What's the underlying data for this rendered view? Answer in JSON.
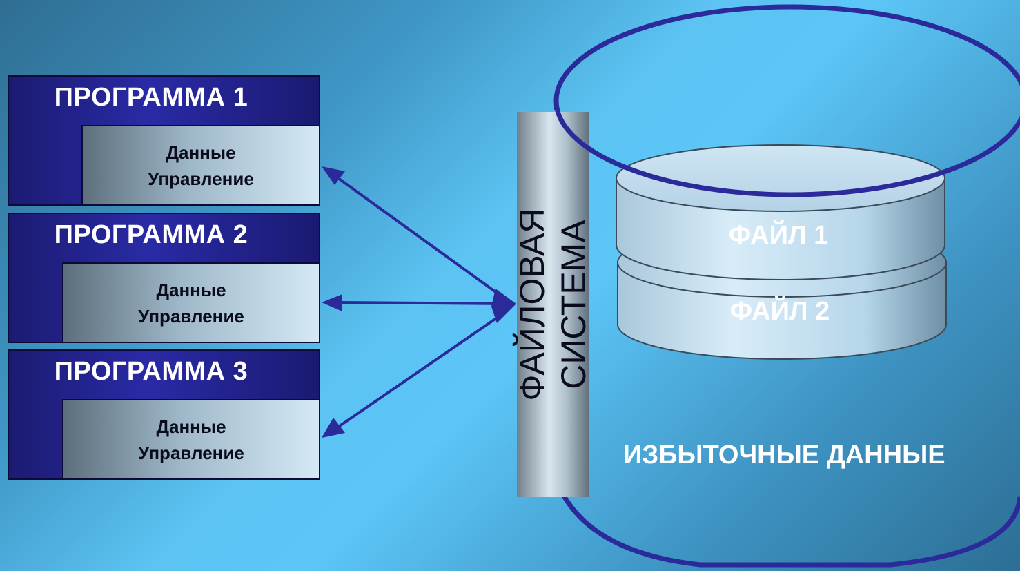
{
  "programs": [
    {
      "title": "ПРОГРАММА 1",
      "data_line1": "Данные",
      "data_line2": "Управление"
    },
    {
      "title": "ПРОГРАММА 2",
      "data_line1": "Данные",
      "data_line2": "Управление"
    },
    {
      "title": "ПРОГРАММА 3",
      "data_line1": "Данные",
      "data_line2": "Управление"
    }
  ],
  "file_system": {
    "line1": "ФАЙЛОВАЯ",
    "line2": "СИСТЕМА"
  },
  "files": [
    "ФАЙЛ 1",
    "ФАЙЛ 2"
  ],
  "database_label": "ИЗБЫТОЧНЫЕ ДАННЫЕ",
  "colors": {
    "program_header": "#2a2aa6",
    "arrow": "#2b2a9a",
    "cylinder_outline": "#2b2a9a",
    "disk_fill": "#b9dcf0"
  }
}
